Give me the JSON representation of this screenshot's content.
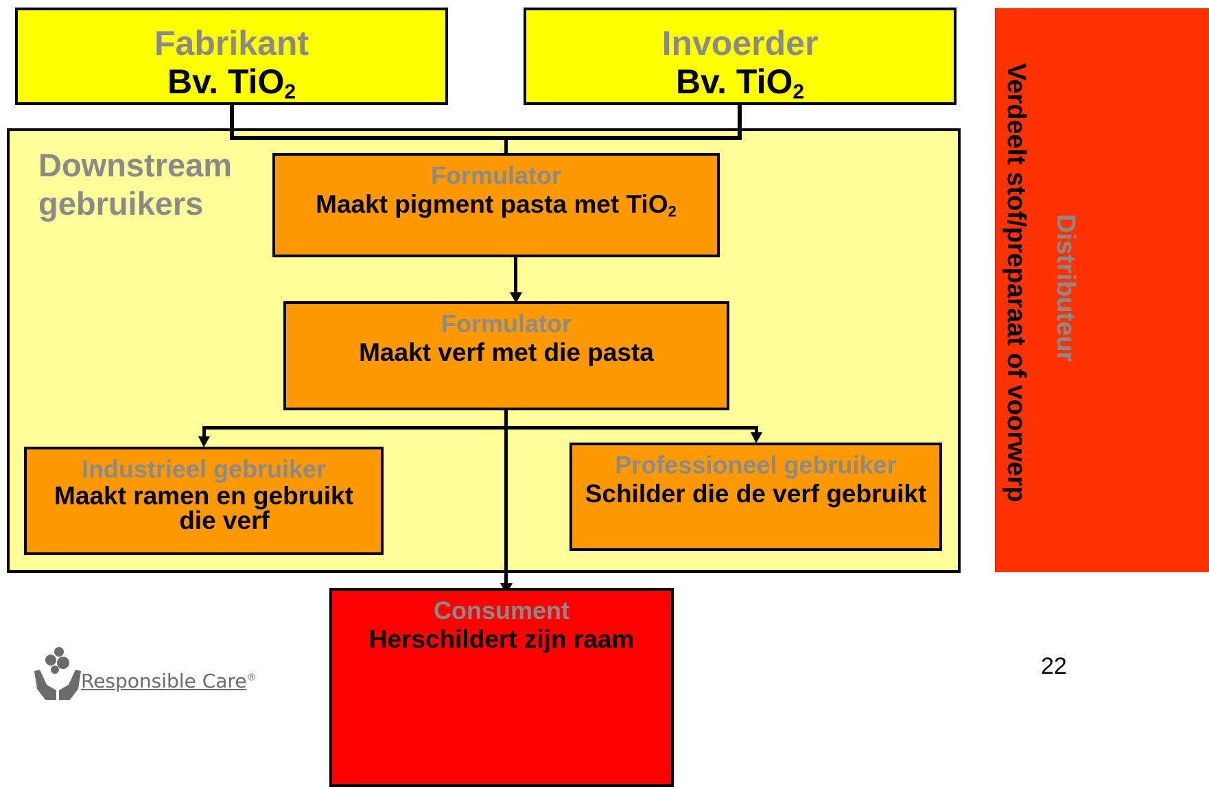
{
  "colors": {
    "top_box": "#ffff00",
    "downstream_area": "#ffff99",
    "formulator_box": "#ff9900",
    "consumer_box": "#ff0000",
    "distributor_bar": "#ff3300",
    "role_text": "#8a8a8a"
  },
  "manufacturer": {
    "role": "Fabrikant",
    "example_prefix": "Bv. TiO",
    "example_sub": "2"
  },
  "importer": {
    "role": "Invoerder",
    "example_prefix": "Bv. TiO",
    "example_sub": "2"
  },
  "downstream": {
    "label_line1": "Downstream",
    "label_line2": "gebruikers"
  },
  "formulator1": {
    "role": "Formulator",
    "desc_prefix": "Maakt pigment pasta met TiO",
    "desc_sub": "2"
  },
  "formulator2": {
    "role": "Formulator",
    "desc": "Maakt verf met die pasta"
  },
  "industrial_user": {
    "role": "Industrieel gebruiker",
    "desc_line1": "Maakt ramen en gebruikt",
    "desc_line2": "die verf"
  },
  "professional_user": {
    "role": "Professioneel gebruiker",
    "desc": "Schilder die de verf gebruikt"
  },
  "consumer": {
    "role": "Consument",
    "desc": "Herschildert zijn raam"
  },
  "distributor": {
    "title": "Distributeur",
    "desc": "Verdeelt stof/preparaat of voorwerp"
  },
  "logo": {
    "text": "Responsible Care",
    "mark": "®"
  },
  "page_number": "22"
}
